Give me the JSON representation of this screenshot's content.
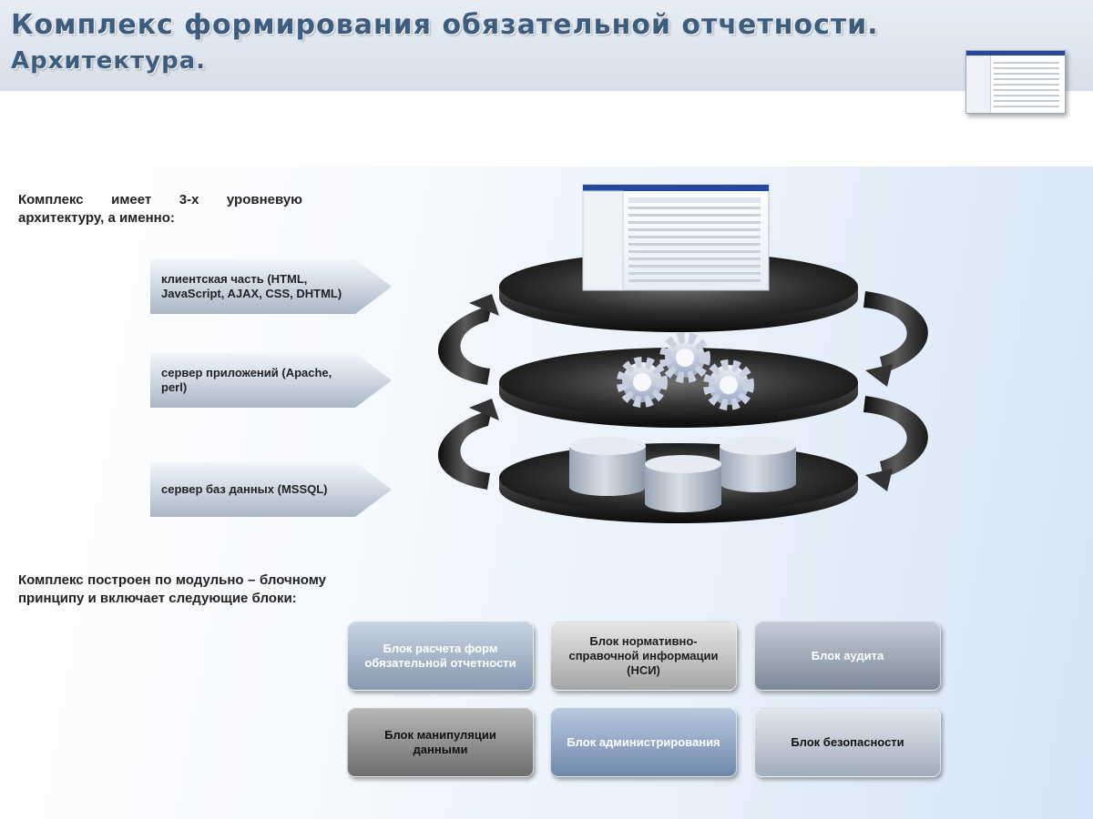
{
  "header": {
    "title_line1": "Комплекс формирования обязательной отчетности.",
    "title_line2": "Архитектура."
  },
  "intro_text": "Комплекс имеет 3-х уровневую архитектуру, а именно:",
  "tiers": [
    {
      "label": "клиентская часть (HTML, JavaScript, AJAX, CSS, DHTML)"
    },
    {
      "label": "сервер приложений (Apache, perl)"
    },
    {
      "label": "сервер баз данных (MSSQL)"
    }
  ],
  "modules_text": "Комплекс построен по модульно – блочному принципу и включает следующие блоки:",
  "blocks": [
    {
      "label": "Блок расчета форм обязательной отчетности",
      "color": "#9aabc0"
    },
    {
      "label": "Блок нормативно-справочной информации (НСИ)",
      "color": "#b8b8b8"
    },
    {
      "label": "Блок аудита",
      "color": "#8f9aa9"
    },
    {
      "label": "Блок манипуляции данными",
      "color": "#808080"
    },
    {
      "label": "Блок администрирования",
      "color": "#7f96b8"
    },
    {
      "label": "Блок безопасности",
      "color": "#b0b9c5"
    }
  ],
  "icons": [
    "screenshot-icon",
    "gears-icon",
    "database-icon",
    "arrow-icon"
  ],
  "colors": {
    "title": "#3c5d7f",
    "platter": "#2c2c2c"
  }
}
